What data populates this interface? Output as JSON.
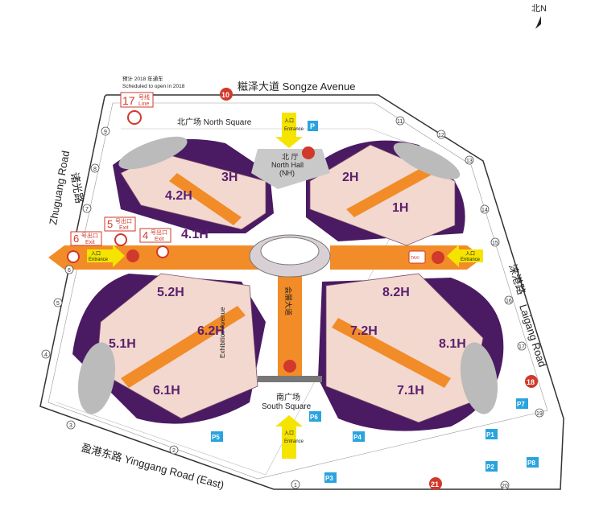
{
  "compass": {
    "label": "北N"
  },
  "roads": {
    "north": "糍泽大道 Songze Avenue",
    "west_cn": "诸光路",
    "west_en": "Zhuguang Road",
    "east_cn": "涞港路",
    "east_en": "Laigang Road",
    "south": "盈港东路 Yinggang Road (East)",
    "exhibition_cn": "会展大道",
    "exhibition_en": "Exhibition Avenue"
  },
  "metro": {
    "note_cn": "预计 2018 年通车",
    "note_en": "Scheduled to open in 2018",
    "line_num": "17",
    "line_cn": "号线",
    "line_en": "Line",
    "exits": [
      {
        "num": "5",
        "cn": "号出口",
        "en": "Exit"
      },
      {
        "num": "6",
        "cn": "号出口",
        "en": "Exit"
      },
      {
        "num": "4",
        "cn": "号出口",
        "en": "Exit"
      }
    ]
  },
  "squares": {
    "north": "北广场 North Square",
    "south_cn": "南广场",
    "south_en": "South Square"
  },
  "north_hall": {
    "cn": "北 厅",
    "en": "North Hall",
    "abbr": "(NH)"
  },
  "halls": [
    "3H",
    "4.2H",
    "4.1H",
    "2H",
    "1H",
    "5.2H",
    "5.1H",
    "6.2H",
    "6.1H",
    "8.2H",
    "8.1H",
    "7.2H",
    "7.1H"
  ],
  "entrance": {
    "cn": "入口",
    "en": "Entrance"
  },
  "parking": [
    "P",
    "P7",
    "P1",
    "P2",
    "P8",
    "P6",
    "P5",
    "P4",
    "P3"
  ],
  "bus_stops": [
    "10",
    "18",
    "21"
  ],
  "gates": [
    "1",
    "2",
    "3",
    "4",
    "5",
    "6",
    "7",
    "8",
    "9",
    "11",
    "12",
    "13",
    "14",
    "15",
    "16",
    "17",
    "19",
    "20"
  ],
  "taxi": "TAXI",
  "colors": {
    "purple": "#4a1a63",
    "hall": "#f2d8cf",
    "orange": "#f28c28",
    "red": "#d0392b",
    "yellow": "#f5e400",
    "blue": "#2aa3df"
  }
}
